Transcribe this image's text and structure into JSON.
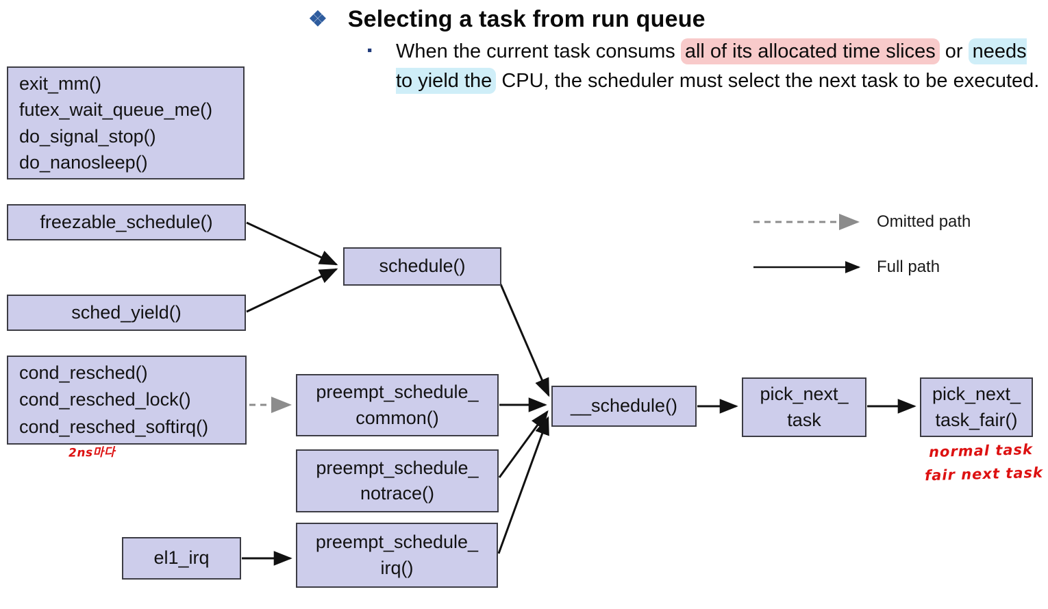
{
  "title": {
    "bullet": "❖",
    "text": "Selecting a task from run queue"
  },
  "bullet_point": {
    "marker": "▪",
    "segments": [
      {
        "text": "When the current task consums ",
        "highlight": "none"
      },
      {
        "text": "all of its allocated time slices",
        "highlight": "pink"
      },
      {
        "text": " or ",
        "highlight": "none"
      },
      {
        "text": "needs to yield the",
        "highlight": "cyan"
      },
      {
        "text": " CPU, the scheduler must select the next task to be executed.",
        "highlight": "none"
      }
    ]
  },
  "legend": {
    "omitted_label": "Omitted path",
    "full_label": "Full path"
  },
  "nodes": {
    "entry_sleep": {
      "lines": [
        "exit_mm()",
        "futex_wait_queue_me()",
        "do_signal_stop()",
        "do_nanosleep()"
      ]
    },
    "freezable_schedule": {
      "lines": [
        "freezable_schedule()"
      ]
    },
    "sched_yield": {
      "lines": [
        "sched_yield()"
      ]
    },
    "schedule": {
      "lines": [
        "schedule()"
      ]
    },
    "cond_resched": {
      "lines": [
        "cond_resched()",
        "cond_resched_lock()",
        "cond_resched_softirq()"
      ]
    },
    "preempt_schedule_common": {
      "lines": [
        "preempt_schedule_",
        "common()"
      ]
    },
    "preempt_schedule_notrace": {
      "lines": [
        "preempt_schedule_",
        "notrace()"
      ]
    },
    "el1_irq": {
      "lines": [
        "el1_irq"
      ]
    },
    "preempt_schedule_irq": {
      "lines": [
        "preempt_schedule_",
        "irq()"
      ]
    },
    "under_schedule": {
      "lines": [
        "__schedule()"
      ]
    },
    "pick_next_task": {
      "lines": [
        "pick_next_",
        "task"
      ]
    },
    "pick_next_task_fair": {
      "lines": [
        "pick_next_",
        "task_fair()"
      ]
    }
  },
  "annotations": {
    "korean_note": "2ns마다",
    "normal_task": "normal task",
    "fair_next_task": "fair next task"
  },
  "colors": {
    "node_fill": "#cdcdeb",
    "node_border": "#3c3c44",
    "highlight_pink": "#f8caca",
    "highlight_cyan": "#cfeef8",
    "bullet_blue": "#2e5c9e",
    "sub_bullet_navy": "#1f3a7a",
    "annotation_red": "#dd1111",
    "omitted_gray": "#8c8c8c",
    "arrow_black": "#111111"
  }
}
